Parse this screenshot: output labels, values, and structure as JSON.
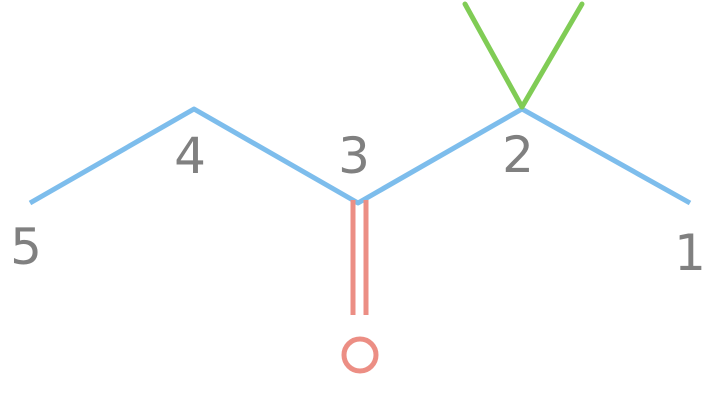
{
  "colors": {
    "chain": "#7dbdec",
    "methyl": "#80cc55",
    "carbonyl": "#ec8e84",
    "label": "#808080",
    "background": "#ffffff"
  },
  "atoms": {
    "c1": {
      "label": "1"
    },
    "c2": {
      "label": "2"
    },
    "c3": {
      "label": "3"
    },
    "c4": {
      "label": "4"
    },
    "c5": {
      "label": "5"
    },
    "oxygen": {
      "symbol": "O"
    }
  }
}
